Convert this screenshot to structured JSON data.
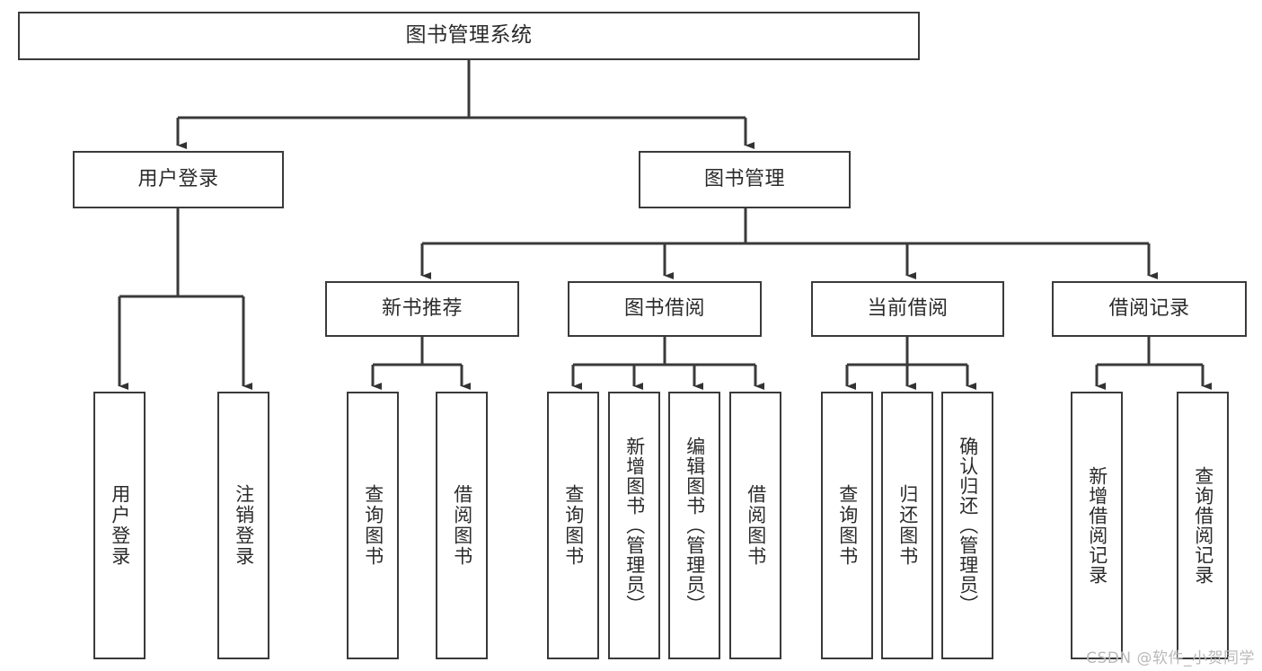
{
  "diagram": {
    "type": "tree",
    "title": "图书管理系统",
    "watermark": "CSDN @软件_小贺同学",
    "colors": {
      "box_border": "#3a3a3a",
      "box_fill": "#ffffff",
      "edge": "#3a3a3a",
      "text": "#2b2b2b",
      "watermark": "#b9b9b9",
      "background": "#ffffff"
    },
    "nodes": {
      "root": {
        "label": "图书管理系统"
      },
      "level1": [
        {
          "label": "用户登录"
        },
        {
          "label": "图书管理"
        }
      ],
      "level2": [
        {
          "label": "新书推荐"
        },
        {
          "label": "图书借阅"
        },
        {
          "label": "当前借阅"
        },
        {
          "label": "借阅记录"
        }
      ],
      "leaves_user_login": [
        {
          "label": "用户登录"
        },
        {
          "label": "注销登录"
        }
      ],
      "leaves_new_book": [
        {
          "label": "查询图书"
        },
        {
          "label": "借阅图书"
        }
      ],
      "leaves_borrow": [
        {
          "label": "查询图书"
        },
        {
          "label": "新增图书（管理员）"
        },
        {
          "label": "编辑图书（管理员）"
        },
        {
          "label": "借阅图书"
        }
      ],
      "leaves_current": [
        {
          "label": "查询图书"
        },
        {
          "label": "归还图书"
        },
        {
          "label": "确认归还（管理员）"
        }
      ],
      "leaves_record": [
        {
          "label": "新增借阅记录"
        },
        {
          "label": "查询借阅记录"
        }
      ]
    }
  }
}
